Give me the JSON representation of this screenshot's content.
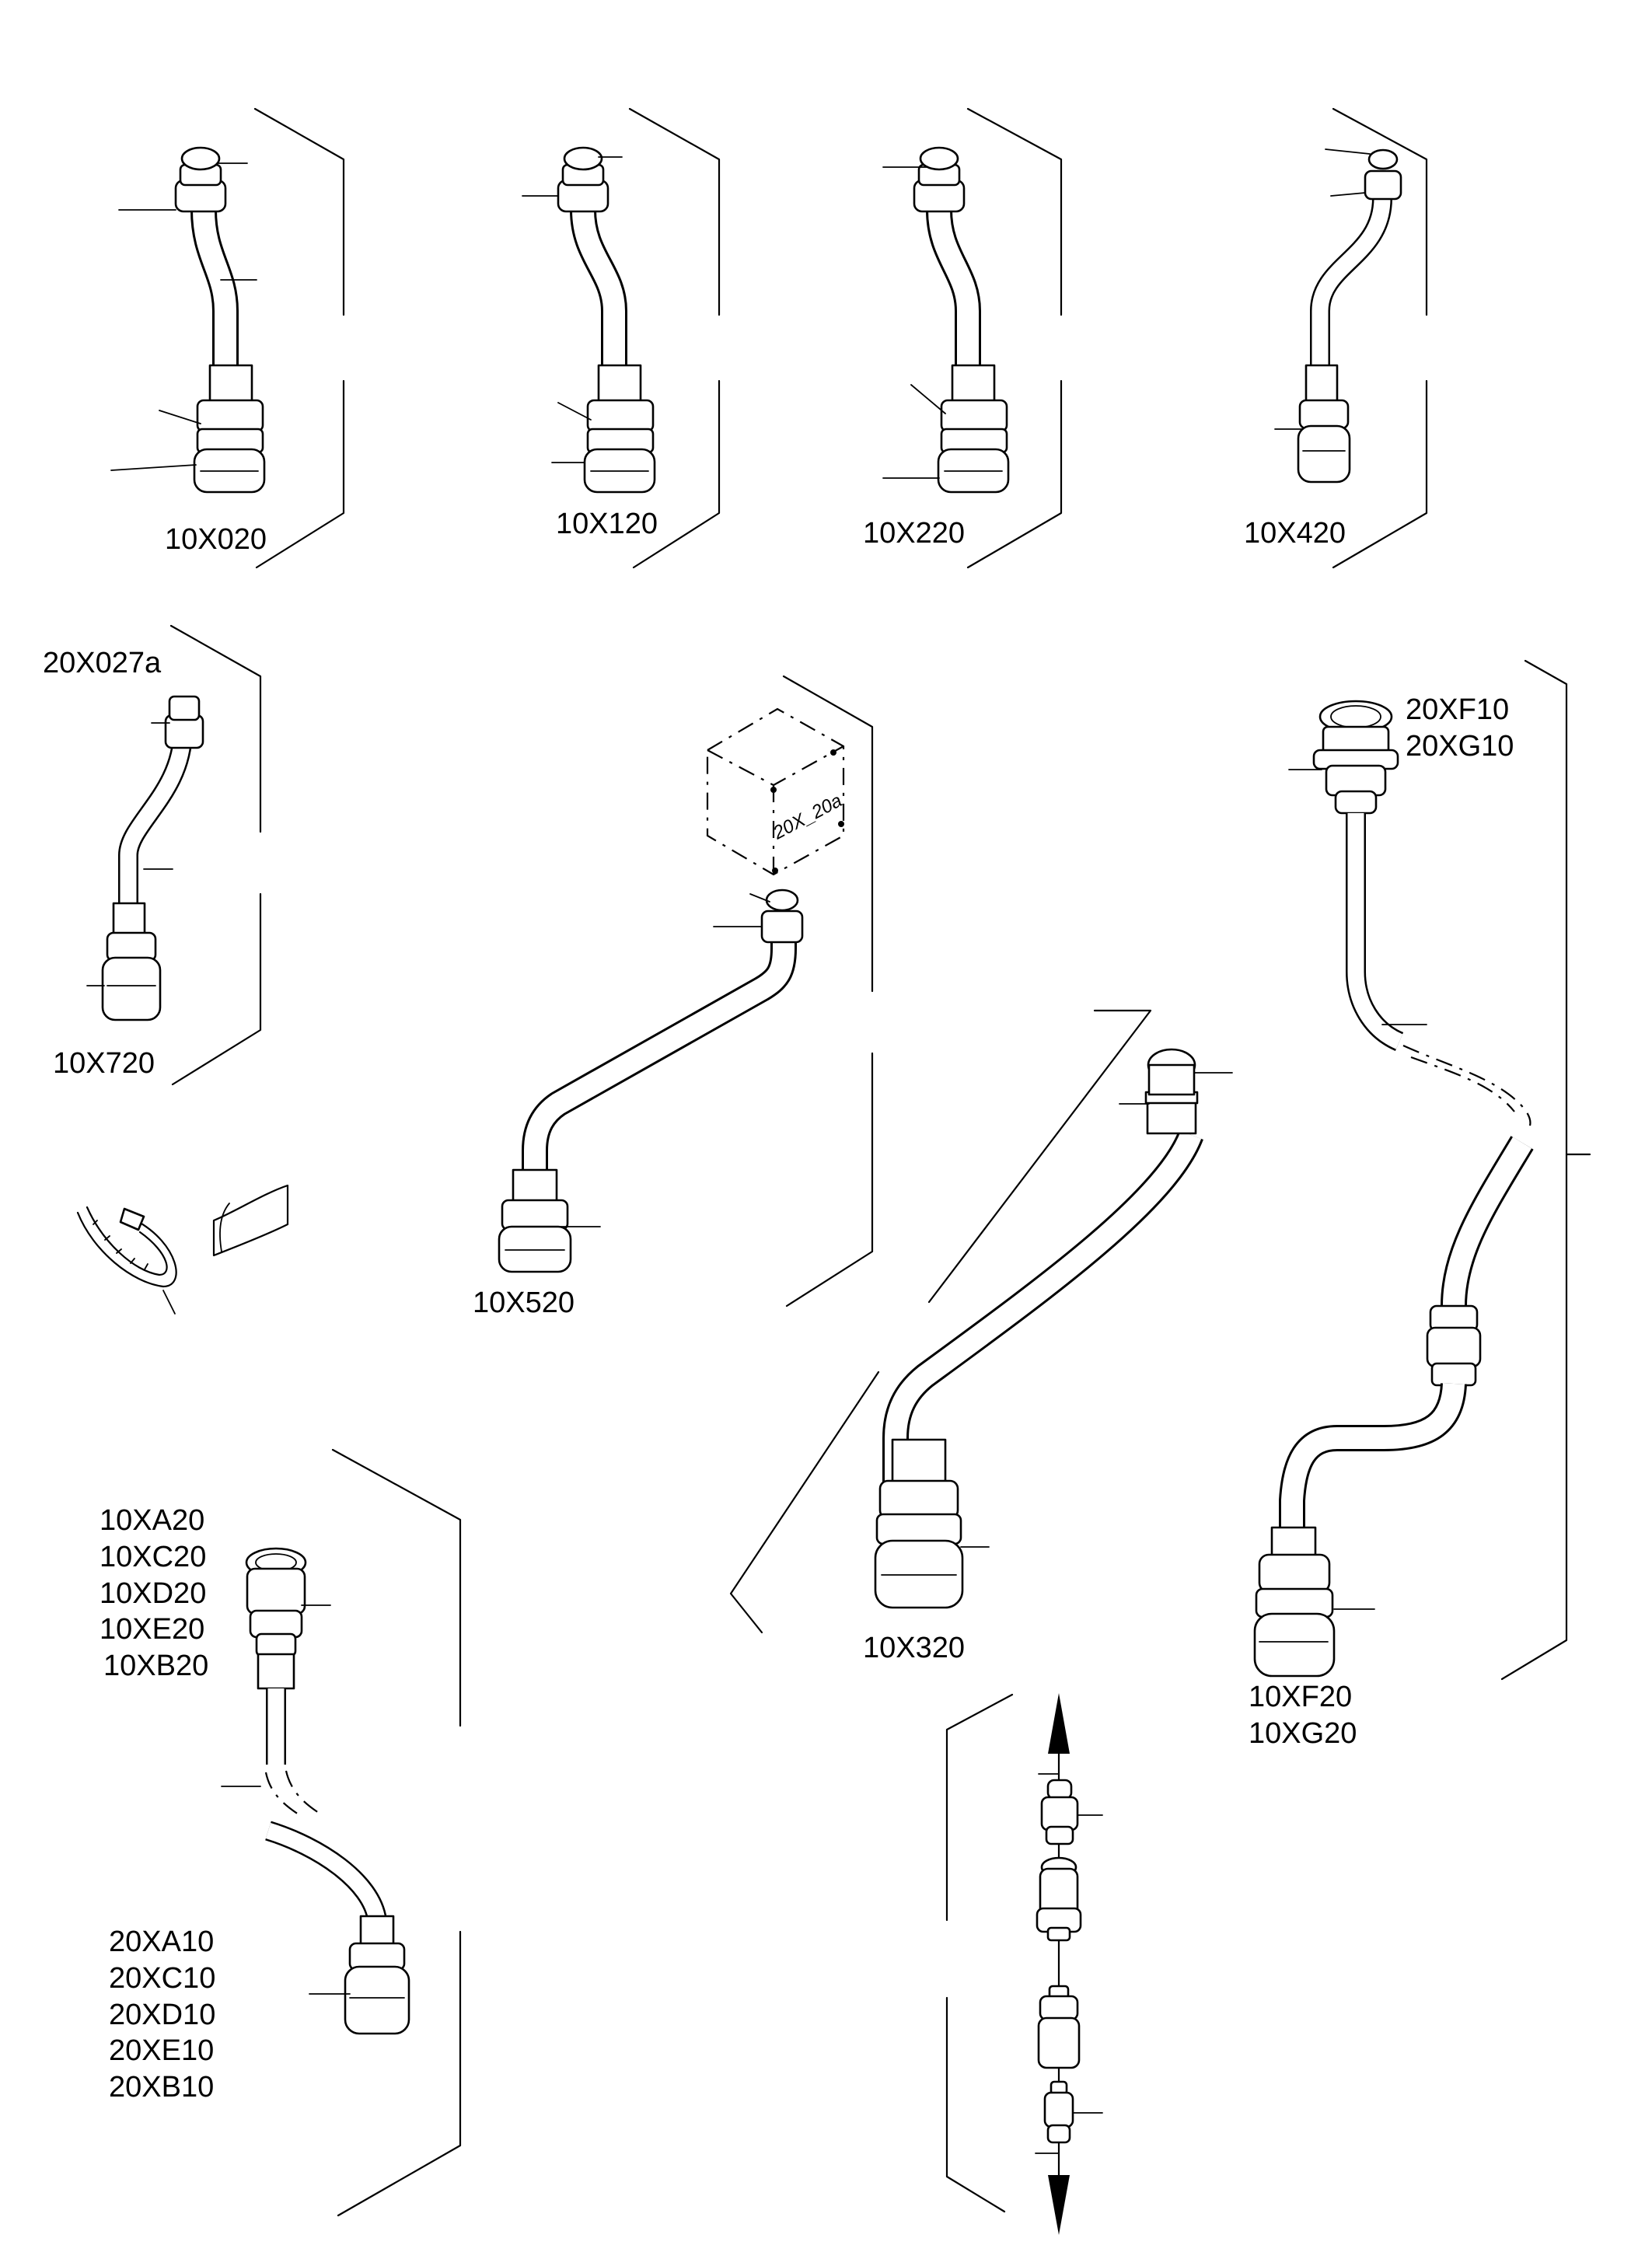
{
  "labels": {
    "c10x020": "10X020",
    "c10x120": "10X120",
    "c10x220": "10X220",
    "c10x420": "10X420",
    "c20x027a": "20X027a",
    "c10x720": "10X720",
    "c20xf10": "20XF10",
    "c20xg10": "20XG10",
    "box_20x_20a": "20X_20a",
    "c10x520": "10X520",
    "c10x320": "10X320",
    "c10xf20": "10XF20",
    "c10xg20": "10XG20",
    "c10xa20": "10XA20",
    "c10xc20": "10XC20",
    "c10xd20": "10XD20",
    "c10xe20": "10XE20",
    "c10xb20": "10XB20",
    "c20xa10": "20XA10",
    "c20xc10": "20XC10",
    "c20xd10": "20XD10",
    "c20xe10": "20XE10",
    "c20xb10": "20XB10"
  }
}
